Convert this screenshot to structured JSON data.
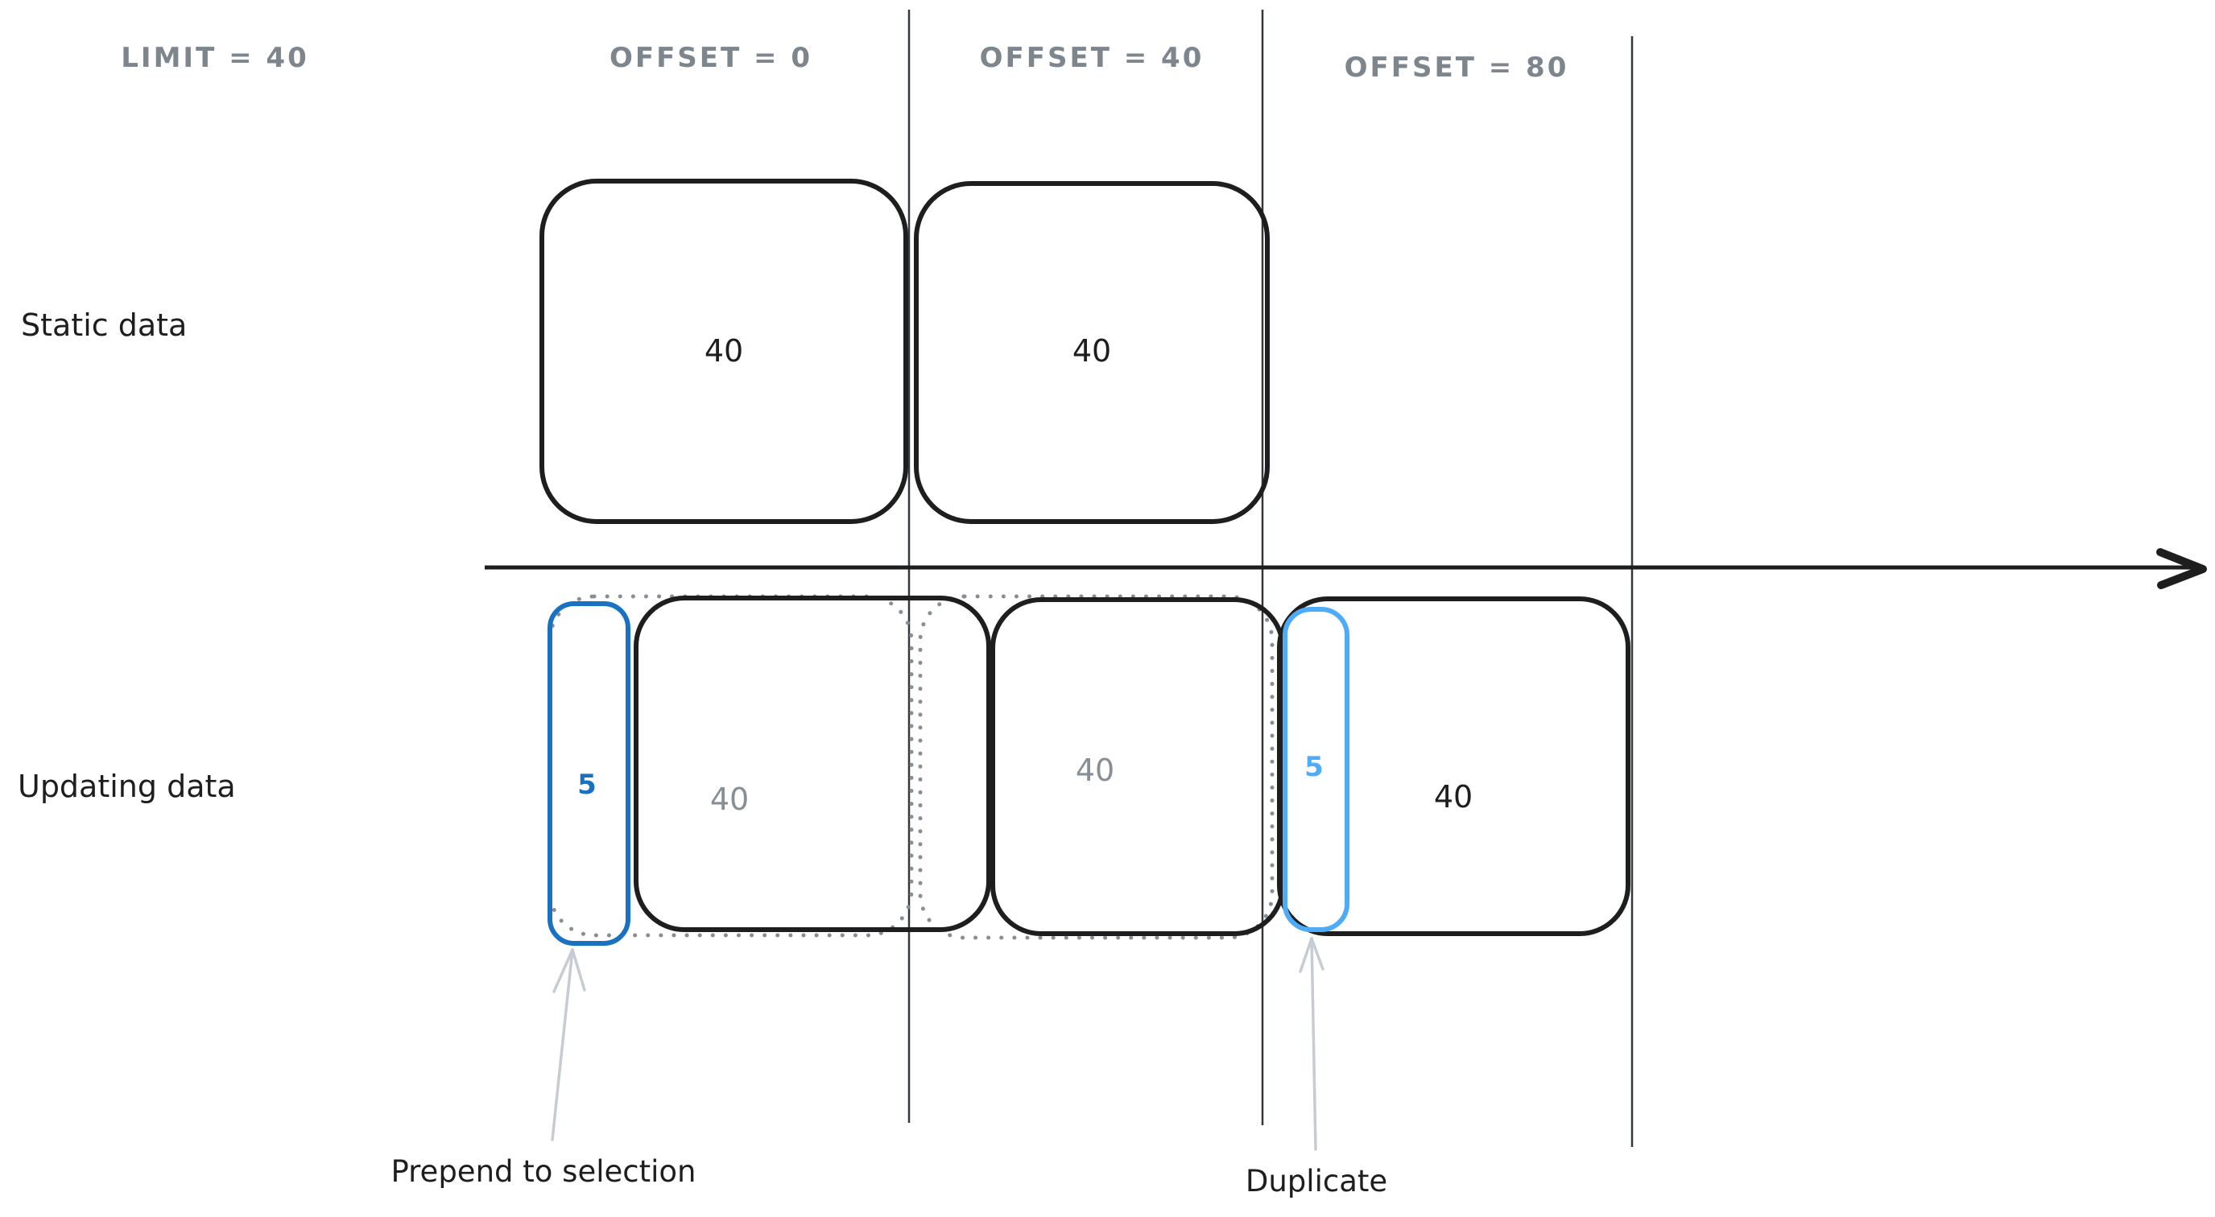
{
  "diagram": {
    "headers": [
      {
        "label": "LIMIT = 40"
      },
      {
        "label": "OFFSET = 0"
      },
      {
        "label": "OFFSET = 40"
      },
      {
        "label": "OFFSET = 80"
      }
    ],
    "rows": [
      {
        "label": "Static data"
      },
      {
        "label": "Updating data"
      }
    ],
    "static_row": {
      "page1_count": "40",
      "page2_count": "40"
    },
    "updating_row": {
      "prepended_count": "5",
      "old_page1_count": "40",
      "old_page2_count": "40",
      "duplicate_count": "5",
      "page3_count": "40"
    },
    "annotations": {
      "prepend": "Prepend to selection",
      "duplicate": "Duplicate"
    },
    "colors": {
      "ink_black": "#1e1e1e",
      "muted_gray": "#868e96",
      "header_gray": "#7d858d",
      "prepend_blue": "#1971c2",
      "duplicate_blue": "#4dabf7",
      "annotation_arrow_gray": "#c6ccd2"
    }
  }
}
